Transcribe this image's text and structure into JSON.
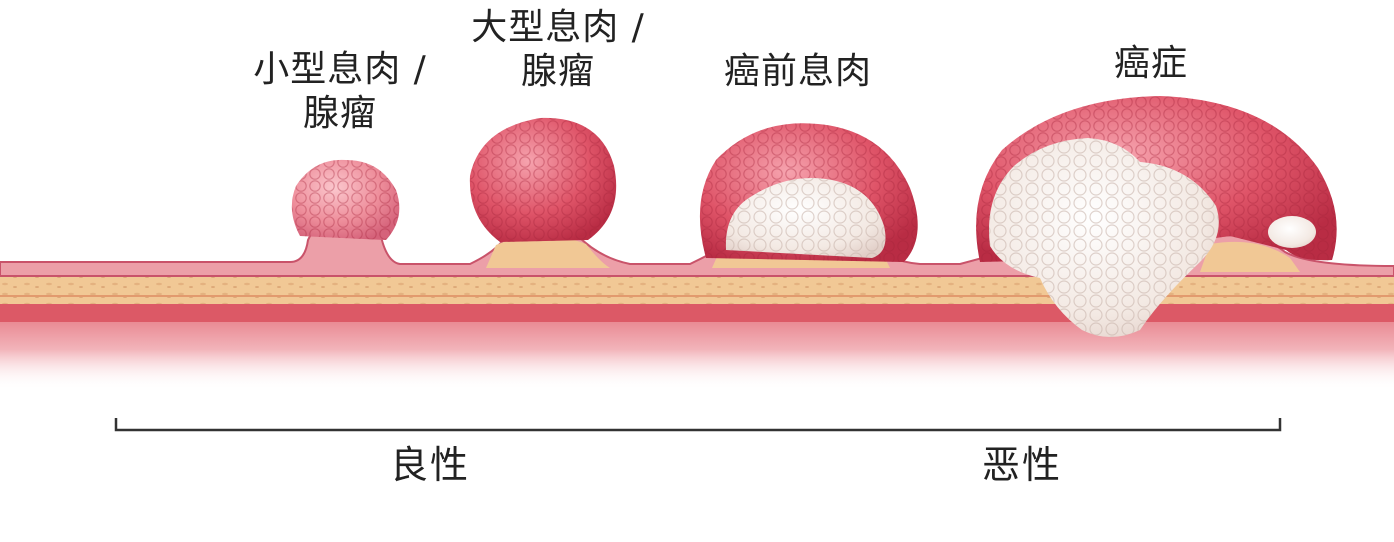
{
  "stages": [
    {
      "id": "small",
      "line1": "小型息肉 /",
      "line2": "腺瘤"
    },
    {
      "id": "large",
      "line1": "大型息肉 /",
      "line2": "腺瘤"
    },
    {
      "id": "precancer",
      "line1": "癌前息肉"
    },
    {
      "id": "cancer",
      "line1": "癌症"
    }
  ],
  "categories": {
    "benign": "良性",
    "malignant": "恶性"
  },
  "colors": {
    "polyp_red": "#d8425a",
    "polyp_light": "#ef8c98",
    "tumor_white": "#f4ece6",
    "mucosa_pink": "#ec9fa8",
    "submucosa_tan": "#f1c895",
    "muscle_red": "#d9535f",
    "text": "#222222",
    "bracket": "#333333"
  }
}
